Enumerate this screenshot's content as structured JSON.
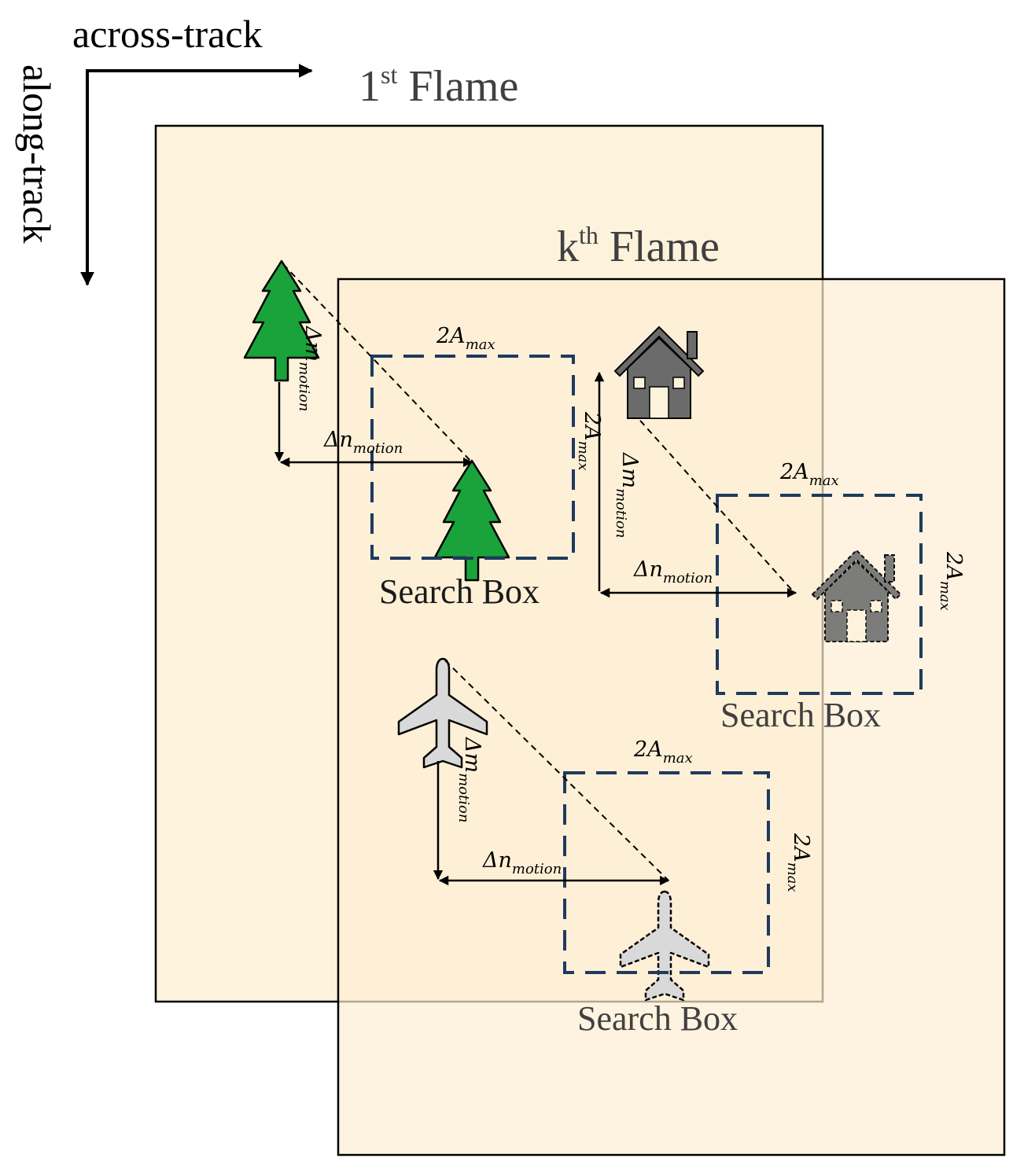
{
  "axes": {
    "across_track": "across-track",
    "along_track": "along-track"
  },
  "frames": {
    "first": {
      "base": "1",
      "sup": "st",
      "word": " Flame"
    },
    "kth": {
      "base": "k",
      "sup": "th",
      "word": " Flame"
    }
  },
  "labels": {
    "search_box": "Search Box",
    "delta_n": "Δn",
    "delta_m": "Δm",
    "motion_sub": "motion",
    "two_a": "2A",
    "max_sub": "max"
  },
  "objects": [
    {
      "name": "tree",
      "icon": "tree-icon",
      "color": "#1aa33a"
    },
    {
      "name": "house",
      "icon": "house-icon",
      "color": "#6b6b6b"
    },
    {
      "name": "airplane",
      "icon": "airplane-icon",
      "color": "#d9d9d9"
    }
  ],
  "colors": {
    "frame_fill": "#fdf3dc",
    "search_box_stroke": "#1f3a5f"
  }
}
